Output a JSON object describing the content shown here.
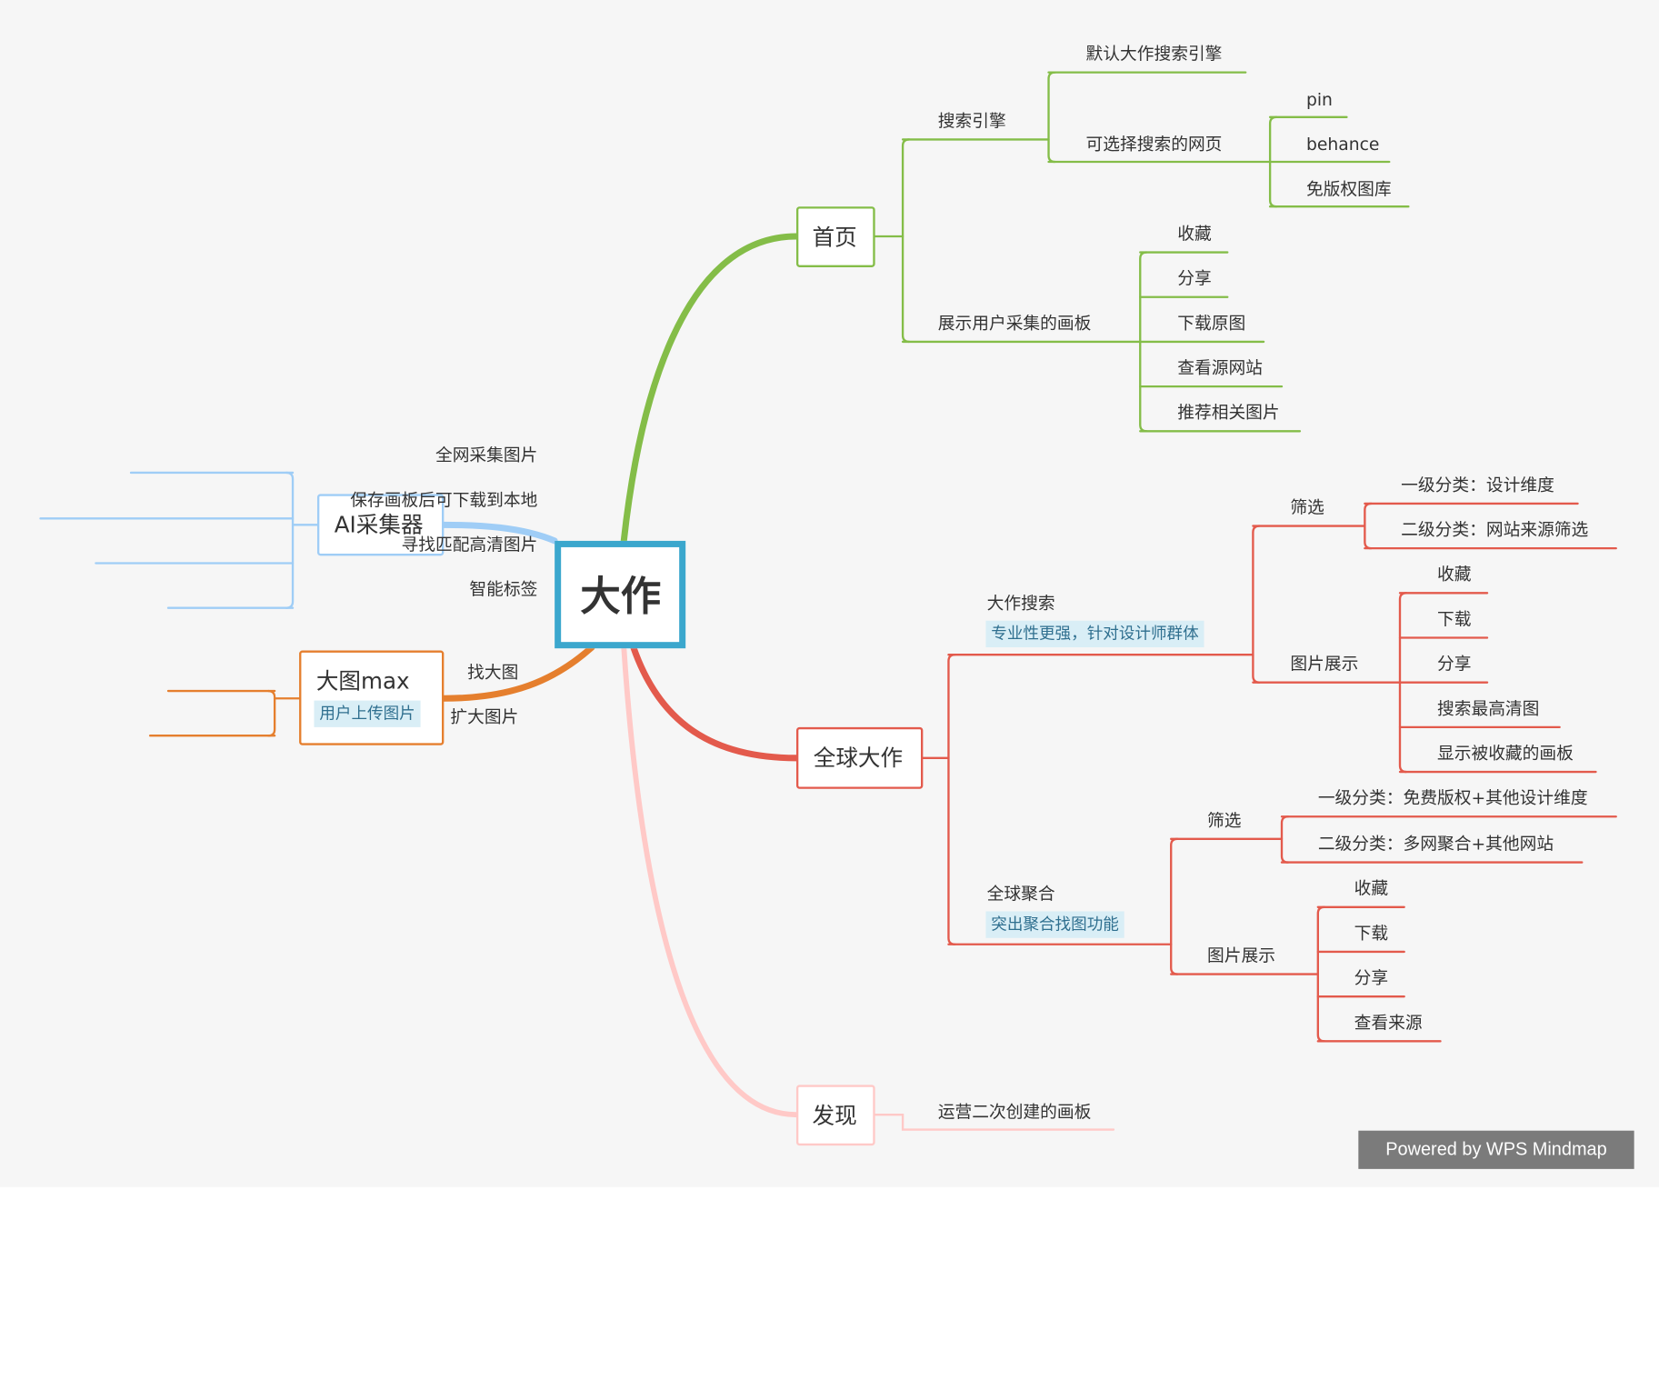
{
  "colors": {
    "home": "#84bd48",
    "global": "#e35a4c",
    "discover": "#ffc9c7",
    "ai": "#9fcdf6",
    "bigpic": "#e57f2e",
    "center": "#3ba7cd"
  },
  "center": {
    "label": "大作"
  },
  "home": {
    "label": "首页",
    "search_engine": {
      "label": "搜索引擎",
      "default": "默认大作搜索引擎",
      "selectable": {
        "label": "可选择搜索的网页",
        "items": [
          "pin",
          "behance",
          "免版权图库"
        ]
      }
    },
    "boards": {
      "label": "展示用户采集的画板",
      "items": [
        "收藏",
        "分享",
        "下载原图",
        "查看源网站",
        "推荐相关图片"
      ]
    }
  },
  "global": {
    "label": "全球大作",
    "search": {
      "label": "大作搜索",
      "note": "专业性更强，针对设计师群体",
      "filter": {
        "label": "筛选",
        "items": [
          "一级分类：设计维度",
          "二级分类：网站来源筛选"
        ]
      },
      "display": {
        "label": "图片展示",
        "items": [
          "收藏",
          "下载",
          "分享",
          "搜索最高清图",
          "显示被收藏的画板"
        ]
      }
    },
    "aggregate": {
      "label": "全球聚合",
      "note": "突出聚合找图功能",
      "filter": {
        "label": "筛选",
        "items": [
          "一级分类：免费版权+其他设计维度",
          "二级分类：多网聚合+其他网站"
        ]
      },
      "display": {
        "label": "图片展示",
        "items": [
          "收藏",
          "下载",
          "分享",
          "查看来源"
        ]
      }
    }
  },
  "discover": {
    "label": "发现",
    "items": [
      "运营二次创建的画板"
    ]
  },
  "ai": {
    "label": "AI采集器",
    "items": [
      "全网采集图片",
      "保存画板后可下载到本地",
      "寻找匹配高清图片",
      "智能标签"
    ]
  },
  "bigpic": {
    "label": "大图max",
    "note": "用户上传图片",
    "items": [
      "找大图",
      "扩大图片"
    ]
  },
  "footer": {
    "badge": "Powered by WPS Mindmap"
  }
}
